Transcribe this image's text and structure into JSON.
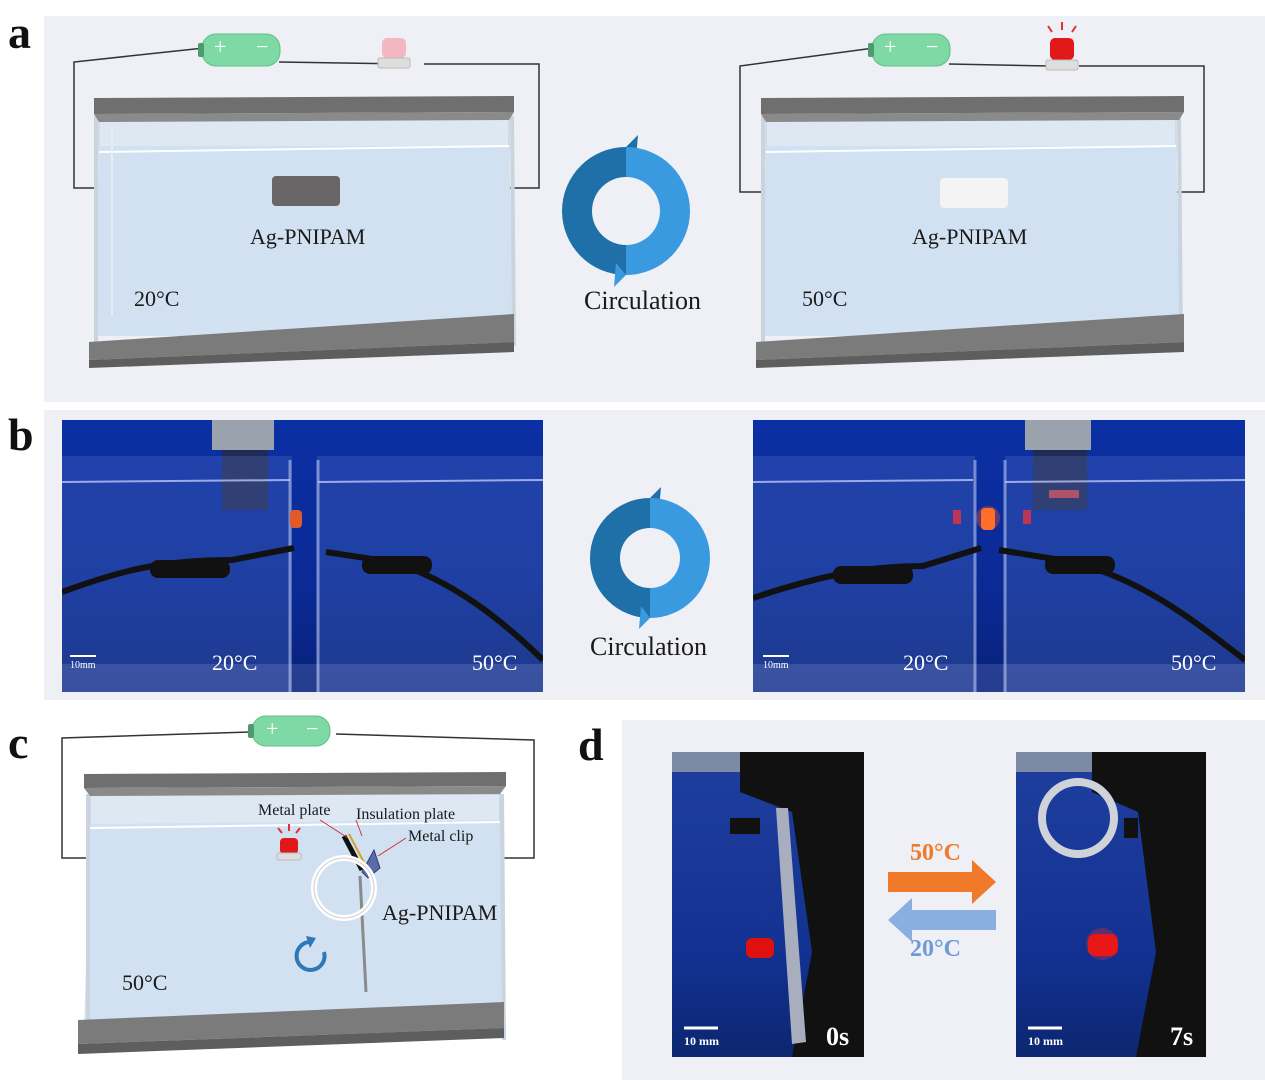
{
  "panel_labels": {
    "a": "a",
    "b": "b",
    "c": "c",
    "d": "d"
  },
  "panel_a": {
    "left_tank": {
      "sample_label": "Ag-PNIPAM",
      "temperature": "20°C"
    },
    "right_tank": {
      "sample_label": "Ag-PNIPAM",
      "temperature": "50°C"
    },
    "cycle_label": "Circulation",
    "battery": {
      "plus": "+",
      "minus": "−"
    }
  },
  "panel_b": {
    "cycle_label": "Circulation",
    "left_photo": {
      "scale": "10mm",
      "temp_left": "20°C",
      "temp_right": "50°C"
    },
    "right_photo": {
      "scale": "10mm",
      "temp_left": "20°C",
      "temp_right": "50°C"
    }
  },
  "panel_c": {
    "battery": {
      "plus": "+",
      "minus": "−"
    },
    "metal_plate": "Metal plate",
    "insulation_plate": "Insulation plate",
    "metal_clip": "Metal clip",
    "sample_label": "Ag-PNIPAM",
    "temperature": "50°C"
  },
  "panel_d": {
    "left_photo": {
      "scale": "10 mm",
      "time": "0s"
    },
    "right_photo": {
      "scale": "10 mm",
      "time": "7s"
    },
    "forward_temp": "50°C",
    "reverse_temp": "20°C",
    "colors": {
      "forward": "#f07a2a",
      "reverse": "#8aaee0"
    }
  },
  "colors": {
    "panel_bg": "#eef0f5",
    "water": "#cfe0f2",
    "lid": "#6f6f6f",
    "battery": "#7fd9a4",
    "cycle_dark": "#1f6fa8",
    "cycle_light": "#3a9ae0",
    "photo_bg": "#0a2fa0"
  }
}
